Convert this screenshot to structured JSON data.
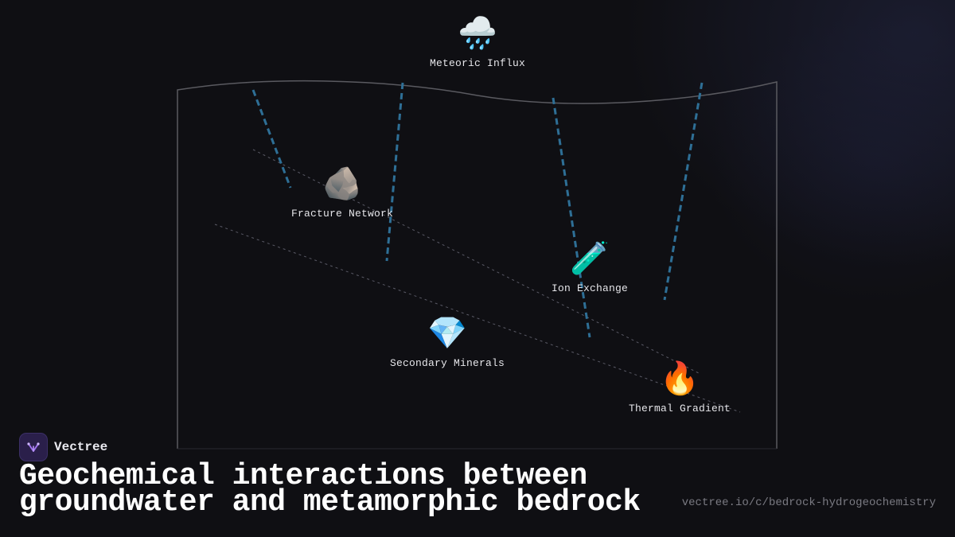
{
  "diagram": {
    "nodes": [
      {
        "id": "meteoric",
        "label": "Meteoric Influx",
        "emoji": "🌧️",
        "icon": "rain-cloud-icon"
      },
      {
        "id": "fracture",
        "label": "Fracture Network",
        "emoji": "🪨",
        "icon": "rock-icon"
      },
      {
        "id": "ion",
        "label": "Ion Exchange",
        "emoji": "🧪",
        "icon": "test-tube-icon"
      },
      {
        "id": "secondary",
        "label": "Secondary Minerals",
        "emoji": "💎",
        "icon": "gem-icon"
      },
      {
        "id": "thermal",
        "label": "Thermal Gradient",
        "emoji": "🔥",
        "icon": "fire-icon"
      }
    ],
    "colors": {
      "frame": "#5a5a60",
      "flow_path": "#2e6f96",
      "guide_line": "#5a5a66"
    }
  },
  "brand": {
    "name": "Vectree",
    "icon": "vectree-logo-icon"
  },
  "title": {
    "line1": "Geochemical interactions between",
    "line2": "groundwater and metamorphic bedrock"
  },
  "source_url": "vectree.io/c/bedrock-hydrogeochemistry"
}
